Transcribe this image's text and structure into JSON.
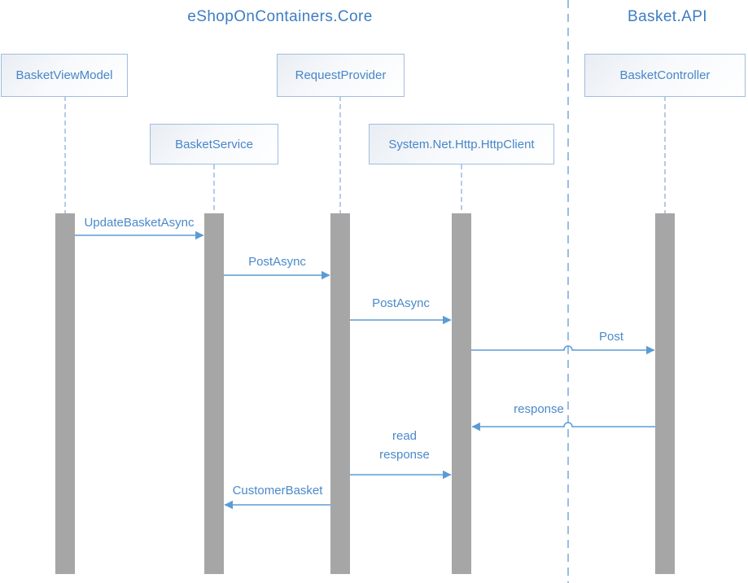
{
  "diagram": {
    "type": "uml-sequence",
    "frames": [
      {
        "title": "eShopOnContainers.Core"
      },
      {
        "title": "Basket.API"
      }
    ],
    "participants": [
      {
        "label": "BasketViewModel",
        "frame": "eShopOnContainers.Core"
      },
      {
        "label": "BasketService",
        "frame": "eShopOnContainers.Core"
      },
      {
        "label": "RequestProvider",
        "frame": "eShopOnContainers.Core"
      },
      {
        "label": "System.Net.Http.HttpClient",
        "frame": "eShopOnContainers.Core"
      },
      {
        "label": "BasketController",
        "frame": "Basket.API"
      }
    ],
    "messages": [
      {
        "label": "UpdateBasketAsync",
        "from": "BasketViewModel",
        "to": "BasketService",
        "direction": "right"
      },
      {
        "label": "PostAsync",
        "from": "BasketService",
        "to": "RequestProvider",
        "direction": "right"
      },
      {
        "label": "PostAsync",
        "from": "RequestProvider",
        "to": "System.Net.Http.HttpClient",
        "direction": "right"
      },
      {
        "label": "Post",
        "from": "System.Net.Http.HttpClient",
        "to": "BasketController",
        "direction": "right"
      },
      {
        "label": "response",
        "from": "BasketController",
        "to": "System.Net.Http.HttpClient",
        "direction": "left"
      },
      {
        "label": "read response",
        "from": "RequestProvider",
        "to": "System.Net.Http.HttpClient",
        "direction": "right"
      },
      {
        "label": "CustomerBasket",
        "from": "RequestProvider",
        "to": "BasketService",
        "direction": "left"
      }
    ],
    "colors": {
      "arrow_blue": "#5b9bd5",
      "label_blue": "#4b89ca",
      "title_blue": "#3d7dc2",
      "lifeline_blue": "#8ab1dc",
      "separator_blue": "#6f9fd8",
      "box_border_blue": "#9fbedd",
      "activation_gray": "#a6a6a6"
    }
  }
}
